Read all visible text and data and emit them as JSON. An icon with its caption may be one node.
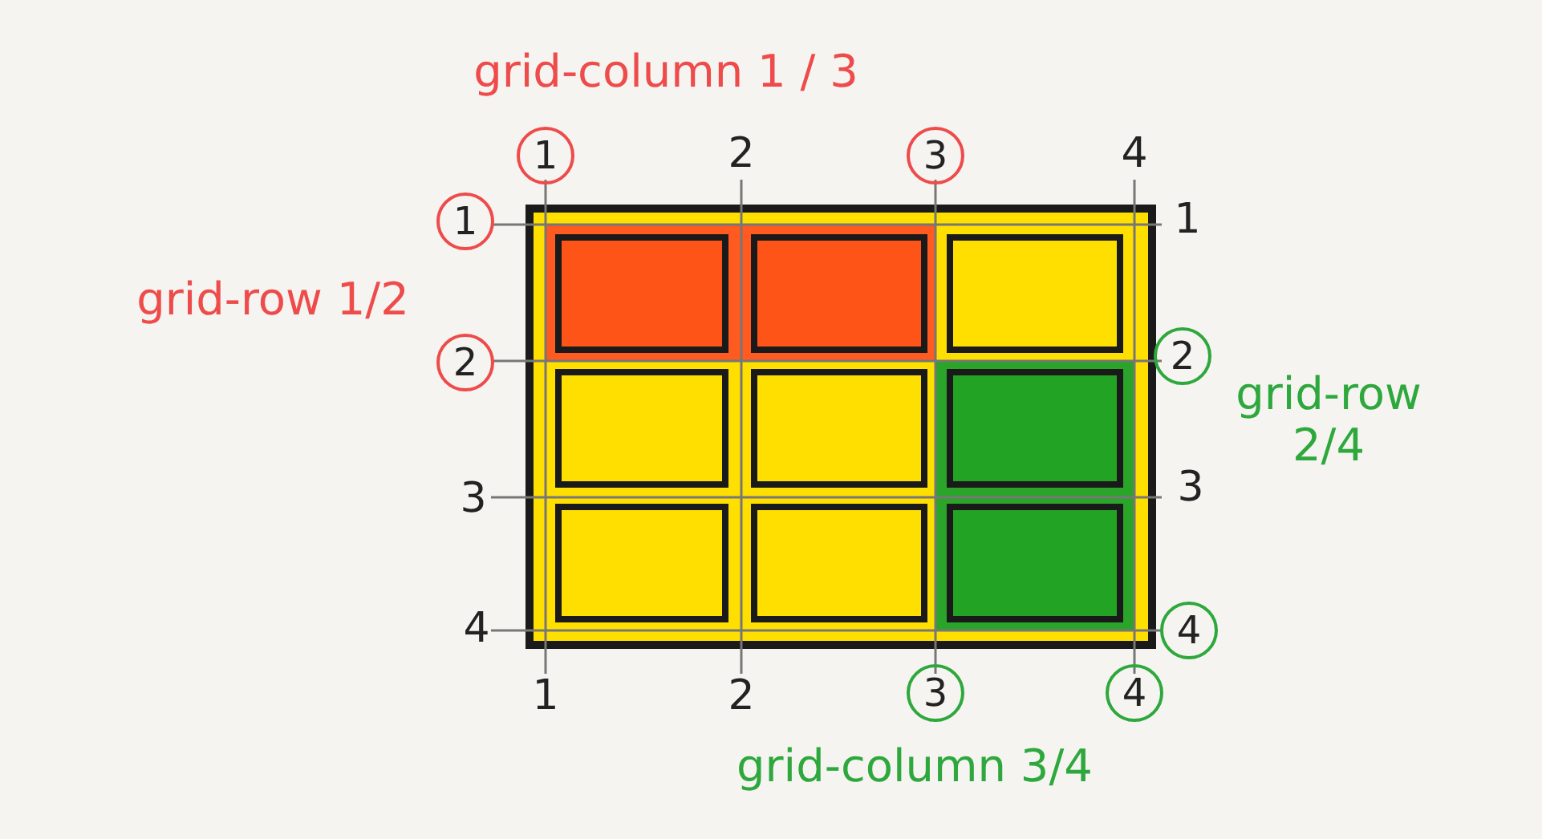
{
  "diagram": {
    "labels": [
      "grid-column 1 / 3",
      "1",
      "2",
      "3",
      "4",
      "1",
      "1",
      "grid-row 1/2",
      "2",
      "2",
      "grid-row 2/4",
      "3",
      "3",
      "4",
      "4",
      "1",
      "2",
      "3",
      "4",
      "grid-column 3/4"
    ]
  }
}
